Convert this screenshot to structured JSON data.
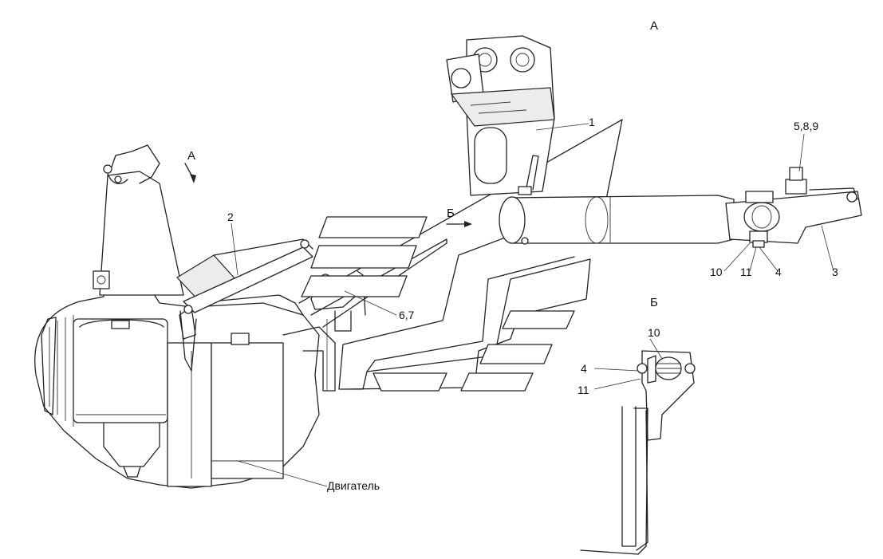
{
  "views": {
    "top_right": "А",
    "left_arrow": "А",
    "center_arrow": "Б",
    "section": "Б"
  },
  "callouts": {
    "c1": "1",
    "c2": "2",
    "c3": "3",
    "c4": "4",
    "c589": "5,8,9",
    "c67": "6,7",
    "c10": "10",
    "c11": "11",
    "engine": "Двигатель",
    "b4": "4",
    "b10": "10",
    "b11": "11"
  }
}
